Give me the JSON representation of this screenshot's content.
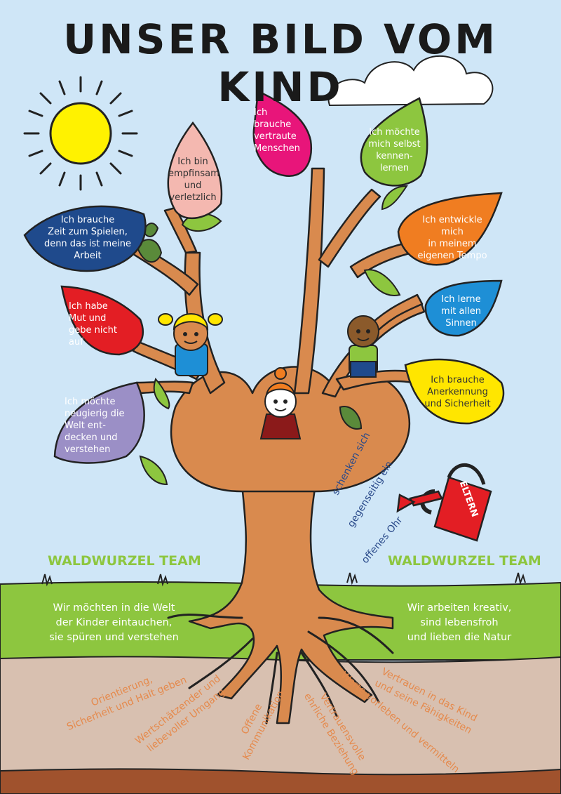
{
  "title": "UNSER BILD VOM KIND",
  "leaves": [
    {
      "id": "leaf-zeit",
      "text": "Ich brauche\nZeit zum Spielen,\ndenn das ist meine\nArbeit",
      "color": "#1f4a8c"
    },
    {
      "id": "leaf-empfindsam",
      "text": "Ich bin\nempfinsam\nund\nverletzlich",
      "color": "#f4b8b0"
    },
    {
      "id": "leaf-vertraute",
      "text": "Ich\nbrauche\nvertraute\nMenschen",
      "color": "#e8157a"
    },
    {
      "id": "leaf-selbst",
      "text": "Ich möchte\nmich selbst\nkennen-\nlernen",
      "color": "#8dc63f"
    },
    {
      "id": "leaf-tempo",
      "text": "Ich entwickle mich\nin meinem\neigenen Tempo",
      "color": "#f07d21"
    },
    {
      "id": "leaf-sinne",
      "text": "Ich lerne\nmit allen\nSinnen",
      "color": "#1e8fd6"
    },
    {
      "id": "leaf-mut",
      "text": "Ich habe\nMut und\ngebe nicht\nauf",
      "color": "#e31e24"
    },
    {
      "id": "leaf-anerkennung",
      "text": "Ich brauche\nAnerkennung\nund Sicherheit",
      "color": "#ffe600"
    },
    {
      "id": "leaf-neugierig",
      "text": "Ich möchte\nneugierig die\nWelt ent-\ndecken und\nverstehen",
      "color": "#9b8fc6"
    }
  ],
  "team_left": {
    "heading": "WALDWURZEL TEAM",
    "text": "Wir möchten in die Welt\nder Kinder eintauchen,\nsie spüren und verstehen"
  },
  "team_right": {
    "heading": "WALDWURZEL TEAM",
    "text": "Wir arbeiten kreativ,\nsind lebensfroh\nund lieben die Natur"
  },
  "watering_can": {
    "label": "ELTERN",
    "color": "#e31e24"
  },
  "parents_text": [
    "schenken sich",
    "gegenseitig ein",
    "offenes Ohr"
  ],
  "roots": [
    {
      "id": "root-orientierung",
      "lines": [
        "Orientierung,",
        "Sicherheit und Halt geben"
      ]
    },
    {
      "id": "root-wertschaetzender",
      "lines": [
        "Wertschätzender und",
        "liebevoller Umgang"
      ]
    },
    {
      "id": "root-kommunikation",
      "lines": [
        "Offene",
        "Kommunikation"
      ]
    },
    {
      "id": "root-beziehung",
      "lines": [
        "Vertrauensvolle",
        "ehrliche Beziehung"
      ]
    },
    {
      "id": "root-werte",
      "lines": [
        "Werte vorleben und vermitteln"
      ]
    },
    {
      "id": "root-vertrauen",
      "lines": [
        "Vertrauen in das Kind",
        "und seine Fähigkeiten"
      ]
    }
  ],
  "colors": {
    "sky": "#cfe6f7",
    "grass": "#8dc63f",
    "soil": "#d8c0b0",
    "soil_bottom": "#a0522d",
    "trunk": "#d98a4e",
    "sun": "#fff200"
  }
}
